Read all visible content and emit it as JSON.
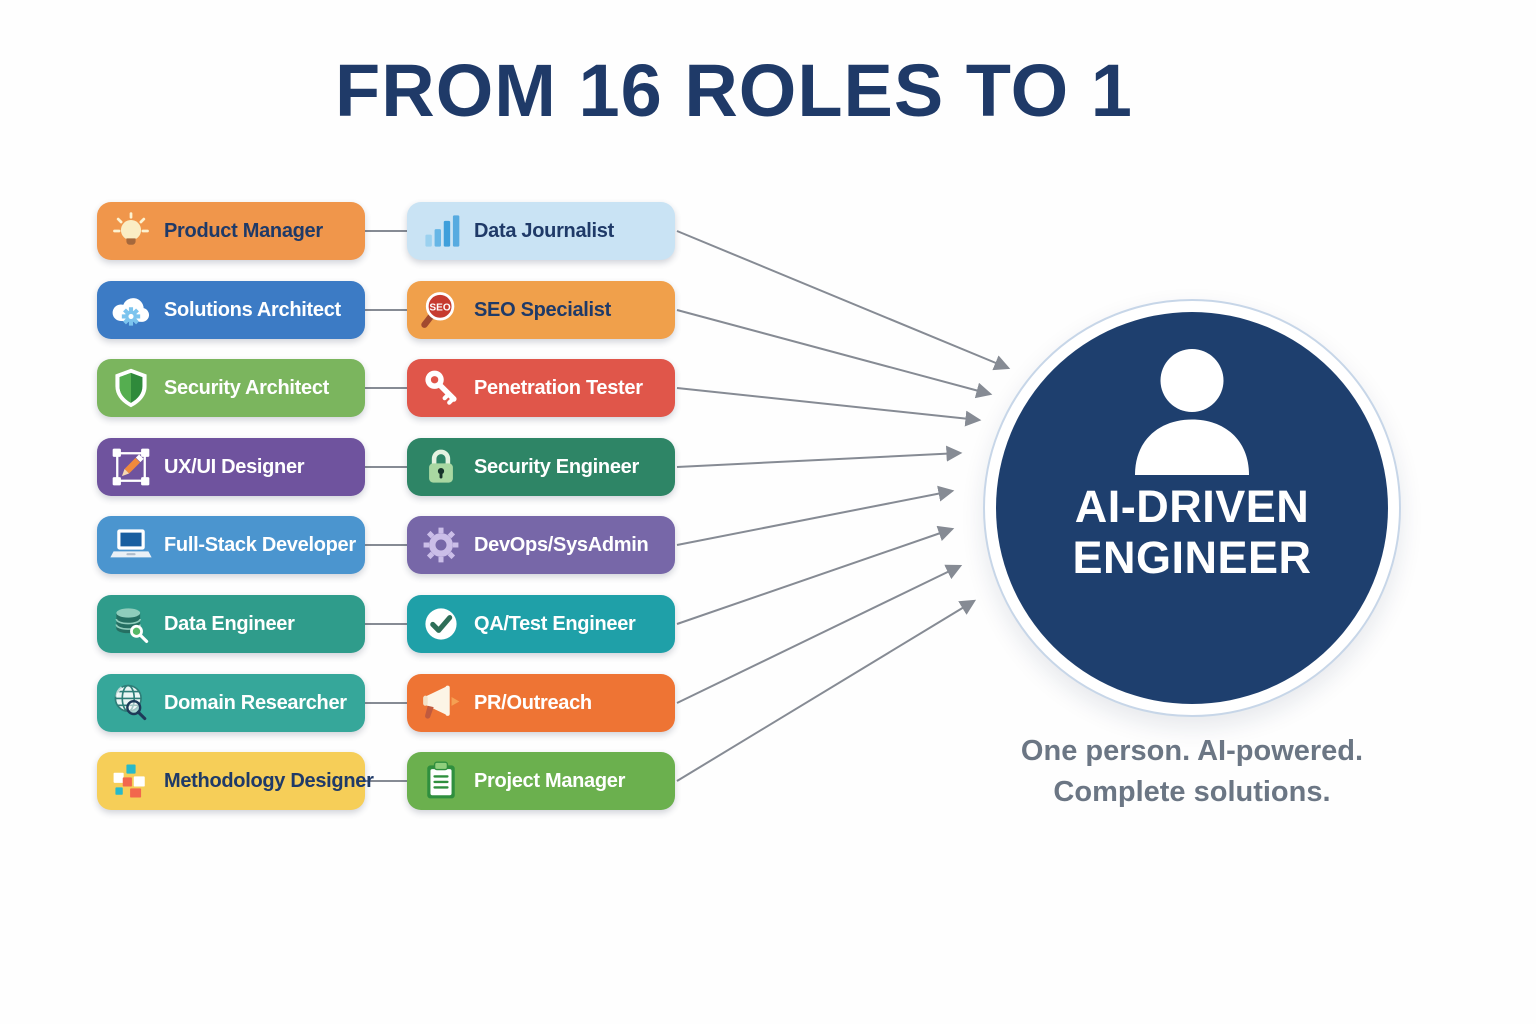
{
  "title": "FROM 16 ROLES TO 1",
  "left_roles": [
    {
      "label": "Product Manager",
      "icon": "lightbulb-icon",
      "bg": "#F0964B",
      "text_color": "#1F3A68"
    },
    {
      "label": "Solutions Architect",
      "icon": "cloud-gear-icon",
      "bg": "#3C7BC5",
      "text_color": "#FFFFFF"
    },
    {
      "label": "Security Architect",
      "icon": "shield-icon",
      "bg": "#7BB55E",
      "text_color": "#FFFFFF"
    },
    {
      "label": "UX/UI Designer",
      "icon": "design-frame-pencil-icon",
      "bg": "#6F539E",
      "text_color": "#FFFFFF"
    },
    {
      "label": "Full-Stack Developer",
      "icon": "laptop-icon",
      "bg": "#4B95CF",
      "text_color": "#FFFFFF"
    },
    {
      "label": "Data Engineer",
      "icon": "database-search-icon",
      "bg": "#2F9C8B",
      "text_color": "#FFFFFF"
    },
    {
      "label": "Domain Researcher",
      "icon": "globe-search-icon",
      "bg": "#36A79A",
      "text_color": "#FFFFFF"
    },
    {
      "label": "Methodology Designer",
      "icon": "blocks-icon",
      "bg": "#F6CE58",
      "text_color": "#1F3A68"
    }
  ],
  "right_roles": [
    {
      "label": "Data Journalist",
      "icon": "bar-chart-icon",
      "bg": "#C9E3F4",
      "text_color": "#1F3A68"
    },
    {
      "label": "SEO Specialist",
      "icon": "seo-magnifier-icon",
      "bg": "#F0A04B",
      "text_color": "#1F3A68"
    },
    {
      "label": "Penetration Tester",
      "icon": "key-icon",
      "bg": "#E0564A",
      "text_color": "#FFFFFF"
    },
    {
      "label": "Security Engineer",
      "icon": "lock-icon",
      "bg": "#2E8566",
      "text_color": "#FFFFFF"
    },
    {
      "label": "DevOps/SysAdmin",
      "icon": "gear-icon",
      "bg": "#7767A8",
      "text_color": "#FFFFFF"
    },
    {
      "label": "QA/Test Engineer",
      "icon": "check-circle-icon",
      "bg": "#1FA0A8",
      "text_color": "#FFFFFF"
    },
    {
      "label": "PR/Outreach",
      "icon": "megaphone-icon",
      "bg": "#EE7434",
      "text_color": "#FFFFFF"
    },
    {
      "label": "Project Manager",
      "icon": "clipboard-icon",
      "bg": "#6BB04E",
      "text_color": "#FFFFFF"
    }
  ],
  "center": {
    "line1": "AI-DRIVEN",
    "line2": "ENGINEER",
    "icon": "person-icon",
    "circle_color": "#1E3F6E"
  },
  "caption": {
    "line1": "One person. AI-powered.",
    "line2": "Complete solutions."
  },
  "colors": {
    "title": "#1F3A68",
    "arrow": "#868B94",
    "caption": "#6B7684",
    "background": "#FEFEFE"
  }
}
